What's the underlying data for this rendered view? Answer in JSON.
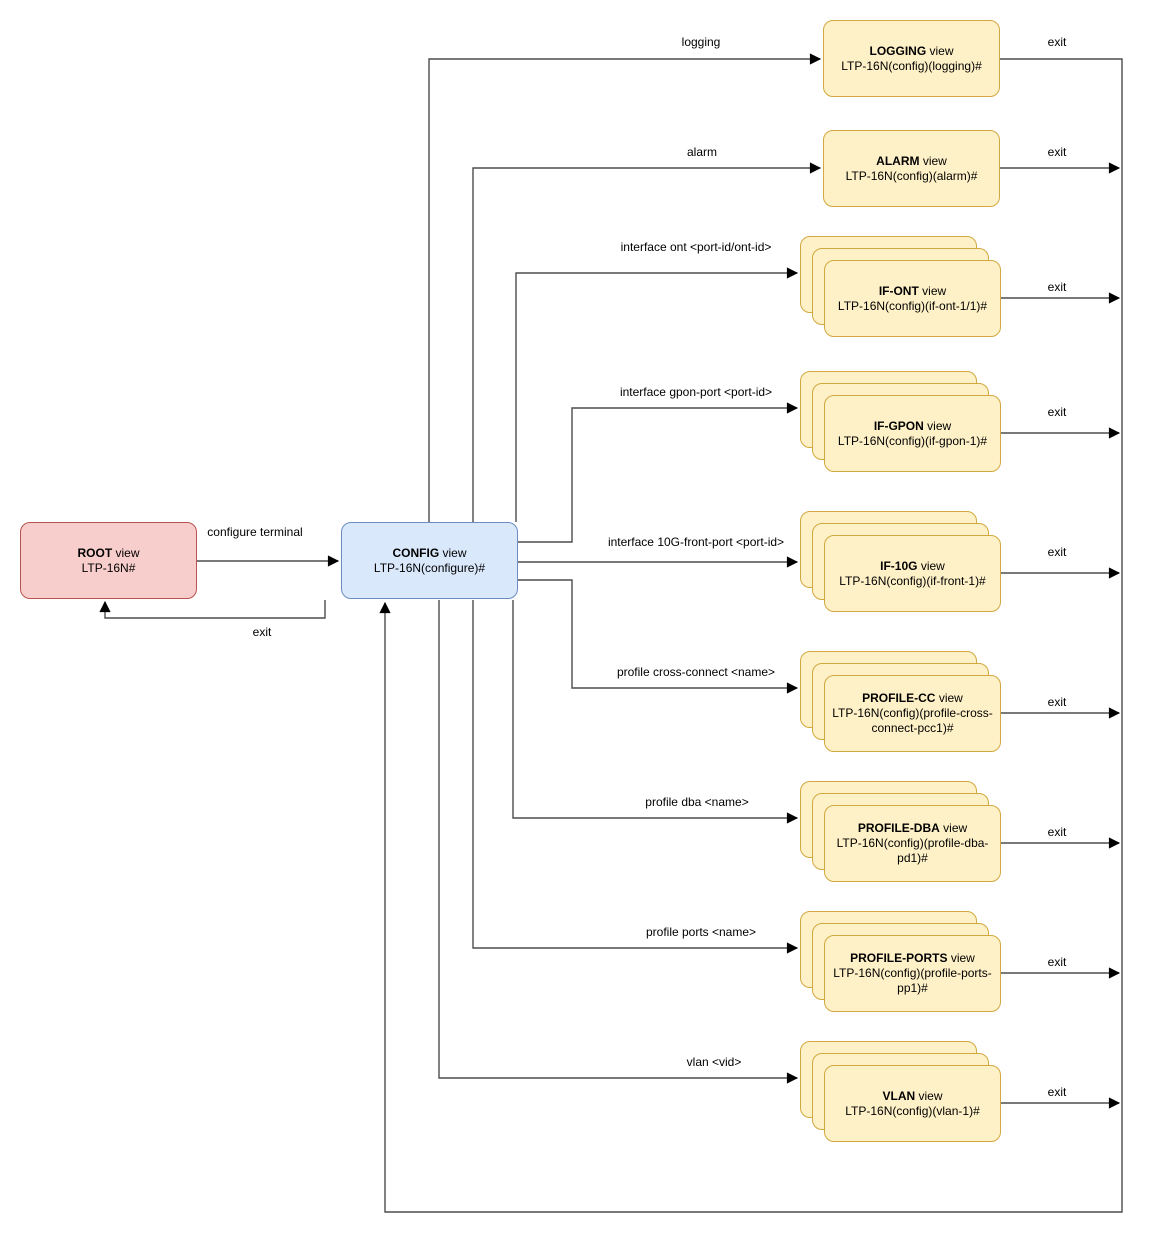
{
  "nodes": {
    "root": {
      "name": "ROOT",
      "type_suffix": "view",
      "prompt": "LTP-16N#"
    },
    "config": {
      "name": "CONFIG",
      "type_suffix": "view",
      "prompt": "LTP-16N(configure)#"
    },
    "logging": {
      "name": "LOGGING",
      "type_suffix": "view",
      "prompt": "LTP-16N(config)(logging)#"
    },
    "alarm": {
      "name": "ALARM",
      "type_suffix": "view",
      "prompt": "LTP-16N(config)(alarm)#"
    },
    "if_ont": {
      "name": "IF-ONT",
      "type_suffix": "view",
      "prompt": "LTP-16N(config)(if-ont-1/1)#"
    },
    "if_gpon": {
      "name": "IF-GPON",
      "type_suffix": "view",
      "prompt": "LTP-16N(config)(if-gpon-1)#"
    },
    "if_10g": {
      "name": "IF-10G",
      "type_suffix": "view",
      "prompt": "LTP-16N(config)(if-front-1)#"
    },
    "profile_cc": {
      "name": "PROFILE-CC",
      "type_suffix": "view",
      "prompt": [
        "LTP-16N(config)(profile-cross-",
        "connect-pcc1)#"
      ]
    },
    "profile_dba": {
      "name": "PROFILE-DBA",
      "type_suffix": "view",
      "prompt": [
        "LTP-16N(config)(profile-dba-",
        "pd1)#"
      ]
    },
    "profile_ports": {
      "name": "PROFILE-PORTS",
      "type_suffix": "view",
      "prompt": [
        "LTP-16N(config)(profile-ports-",
        "pp1)#"
      ]
    },
    "vlan": {
      "name": "VLAN",
      "type_suffix": "view",
      "prompt": "LTP-16N(config)(vlan-1)#"
    }
  },
  "edge_labels": {
    "configure_terminal": "configure terminal",
    "config_to_root_exit": "exit",
    "logging": "logging",
    "alarm": "alarm",
    "interface_ont": "interface ont <port-id/ont-id>",
    "interface_gpon": "interface gpon-port <port-id>",
    "interface_10g": "interface 10G-front-port <port-id>",
    "profile_cross_connect": "profile cross-connect <name>",
    "profile_dba": "profile dba <name>",
    "profile_ports": "profile ports <name>",
    "vlan": "vlan <vid>",
    "logging_exit": "exit",
    "alarm_exit": "exit",
    "if_ont_exit": "exit",
    "if_gpon_exit": "exit",
    "if_10g_exit": "exit",
    "profile_cc_exit": "exit",
    "profile_dba_exit": "exit",
    "profile_ports_exit": "exit",
    "vlan_exit": "exit"
  },
  "colors": {
    "root_fill": "#f8cecc",
    "root_border": "#b85450",
    "config_fill": "#dae8fc",
    "config_border": "#6c8ebf",
    "view_fill": "#fff1c7",
    "view_border": "#d2a83f",
    "connector": "#4d4d4d",
    "text": "#000000"
  }
}
